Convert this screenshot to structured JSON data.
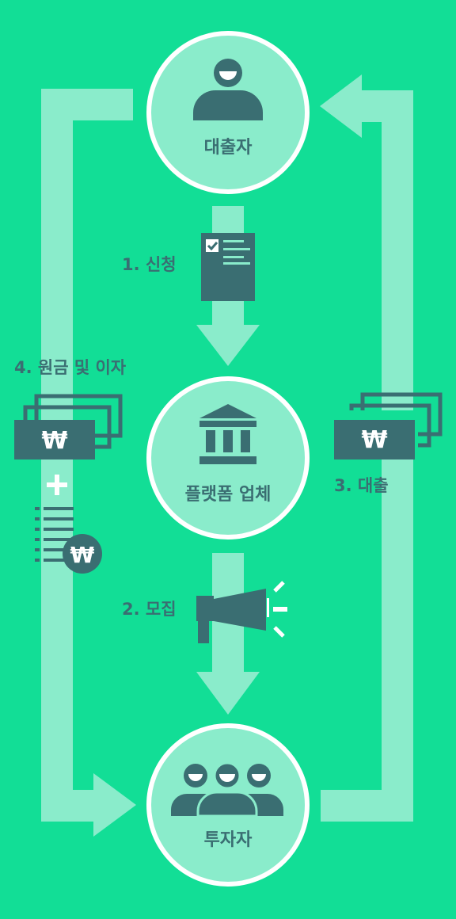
{
  "diagram": {
    "nodes": {
      "borrower": {
        "label": "대출자",
        "icon": "person-icon"
      },
      "platform": {
        "label": "플랫폼 업체",
        "icon": "bank-icon"
      },
      "investors": {
        "label": "투자자",
        "icon": "group-icon"
      }
    },
    "steps": {
      "apply": {
        "label": "1. 신청",
        "icon": "document-check-icon"
      },
      "recruit": {
        "label": "2. 모집",
        "icon": "megaphone-icon"
      },
      "loan": {
        "label": "3. 대출",
        "icon": "won-bills-icon"
      },
      "repay": {
        "label": "4. 원금 및 이자",
        "icon": "won-bills-plus-interest-icon"
      }
    },
    "currency_symbol": "₩",
    "colors": {
      "background": "#12de96",
      "circle_fill": "#8aeccb",
      "circle_border": "#ffffff",
      "path": "#8aeccb",
      "icon": "#3a6e72"
    }
  }
}
